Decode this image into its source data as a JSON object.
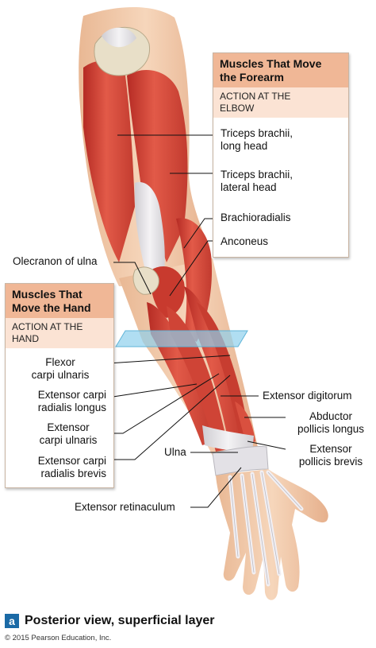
{
  "panels": {
    "forearm": {
      "title_line1": "Muscles That Move",
      "title_line2": "the Forearm",
      "subtitle_line1": "ACTION AT THE",
      "subtitle_line2": "ELBOW"
    },
    "hand": {
      "title_line1": "Muscles That",
      "title_line2": "Move the Hand",
      "subtitle_line1": "ACTION AT THE",
      "subtitle_line2": "HAND"
    }
  },
  "labels": {
    "triceps_long_1": "Triceps brachii,",
    "triceps_long_2": "long head",
    "triceps_lateral_1": "Triceps brachii,",
    "triceps_lateral_2": "lateral head",
    "brachioradialis": "Brachioradialis",
    "anconeus": "Anconeus",
    "olecranon": "Olecranon of ulna",
    "flexor_carpi_ulnaris_1": "Flexor",
    "flexor_carpi_ulnaris_2": "carpi ulnaris",
    "ecr_longus_1": "Extensor carpi",
    "ecr_longus_2": "radialis longus",
    "ec_ulnaris_1": "Extensor",
    "ec_ulnaris_2": "carpi ulnaris",
    "ecr_brevis_1": "Extensor carpi",
    "ecr_brevis_2": "radialis brevis",
    "extensor_digitorum": "Extensor digitorum",
    "abductor_pl_1": "Abductor",
    "abductor_pl_2": "pollicis longus",
    "extensor_pb_1": "Extensor",
    "extensor_pb_2": "pollicis brevis",
    "ulna": "Ulna",
    "extensor_retinaculum": "Extensor retinaculum"
  },
  "caption": {
    "badge": "a",
    "text": "Posterior view, superficial layer"
  },
  "copyright": "© 2015 Pearson Education, Inc.",
  "colors": {
    "skin": "#f1c9a7",
    "muscle": "#d8463a",
    "tendon": "#e6e4e6",
    "header": "#f0b796",
    "subheader": "#fbe3d4",
    "badge": "#1b6aa6",
    "plane": "#8fd0ec"
  }
}
